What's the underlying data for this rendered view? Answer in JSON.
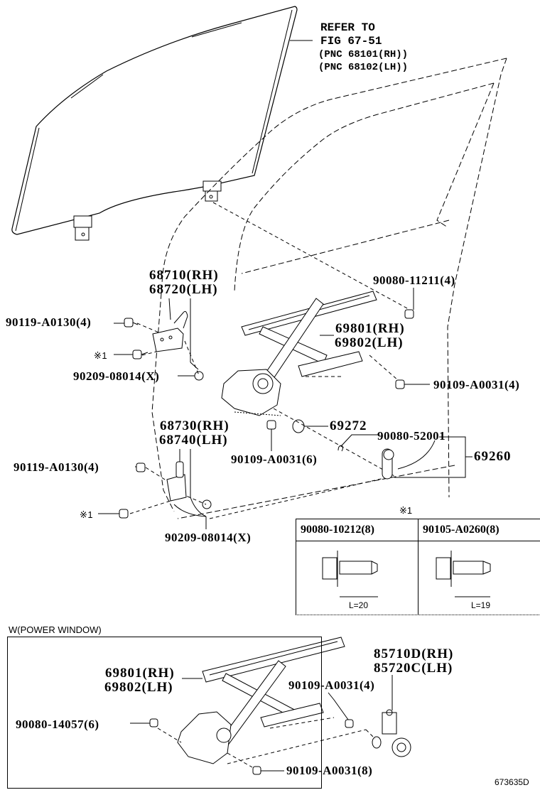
{
  "diagram": {
    "type": "parts-exploded-view",
    "subject": "Front door window regulator and glass",
    "figure_id": "673635D",
    "reference": {
      "line1": "REFER TO",
      "line2": "FIG 67-51",
      "line3": "(PNC 68101(RH))",
      "line4": "(PNC 68102(LH))"
    },
    "callouts": {
      "hinge_upper_rh": "68710(RH)",
      "hinge_upper_lh": "68720(LH)",
      "bolt_upper_hinge": "90119-A0130(4)",
      "note_upper_hinge": "※1",
      "washer_upper": "90209-08014(X)",
      "hinge_lower_rh": "68730(RH)",
      "hinge_lower_lh": "68740(LH)",
      "bolt_lower_hinge": "90119-A0130(4)",
      "note_lower_hinge": "※1",
      "washer_lower": "90209-08014(X)",
      "bolt_glass": "90080-11211(4)",
      "regulator_rh": "69801(RH)",
      "regulator_lh": "69802(LH)",
      "bolt_regulator_4": "90109-A0031(4)",
      "bushing": "69272",
      "bolt_regulator_6": "90109-A0031(6)",
      "clip": "90080-52001",
      "handle": "69260"
    },
    "note_table": {
      "title": "※1",
      "columns": [
        {
          "part": "90080-10212(8)",
          "length": "L=20"
        },
        {
          "part": "90105-A0260(8)",
          "length": "L=19"
        }
      ]
    },
    "power_window": {
      "section_title": "W(POWER WINDOW)",
      "callouts": {
        "regulator_rh": "69801(RH)",
        "regulator_lh": "69802(LH)",
        "motor_rh": "85710D(RH)",
        "motor_lh": "85720C(LH)",
        "bolt_4": "90109-A0031(4)",
        "bolt_6": "90080-14057(6)",
        "bolt_8": "90109-A0031(8)"
      }
    }
  }
}
